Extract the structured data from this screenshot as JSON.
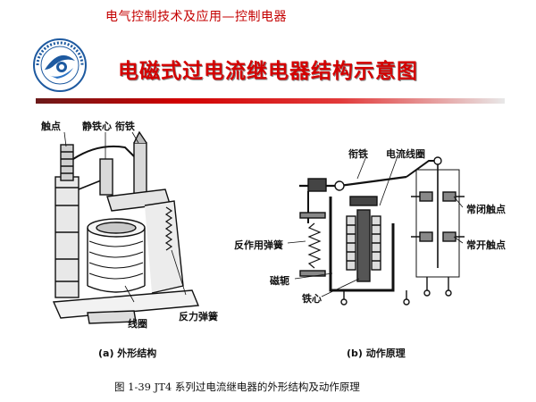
{
  "header": {
    "course_title": "电气控制技术及应用—控制电器"
  },
  "slide": {
    "title": "电磁式过电流继电器结构示意图"
  },
  "colors": {
    "title_red": "#d40000",
    "header_red": "#c40000",
    "logo_blue": "#1e5aa0"
  },
  "logo": {
    "icon": "university-emblem-icon"
  },
  "figure_a": {
    "labels": {
      "contact": "触点",
      "static_core_armature": "静铁心 衔铁",
      "coil": "线圈",
      "reaction_spring": "反力弹簧"
    },
    "caption": "(a) 外形结构"
  },
  "figure_b": {
    "labels": {
      "armature": "衔铁",
      "current_coil": "电流线圈",
      "nc_contact": "常闭触点",
      "no_contact": "常开触点",
      "reaction_spring": "反作用弹簧",
      "yoke": "磁轭",
      "core": "铁心"
    },
    "caption": "(b) 动作原理"
  },
  "figure_caption": "图 1-39 JT4 系列过电流继电器的外形结构及动作原理"
}
